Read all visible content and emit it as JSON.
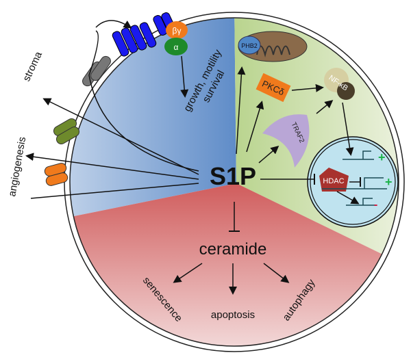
{
  "labels": {
    "s1p": "S1P",
    "ceramide": "ceramide",
    "growth": "growth, motility",
    "survival": "survival",
    "stroma": "stroma",
    "angiogenesis": "angiogenesis",
    "senescence": "senescence",
    "apoptosis": "apoptosis",
    "autophagy": "autophagy",
    "phb2": "PHB2",
    "pkc": "PKCδ",
    "nfkb": "NF-κB",
    "traf2": "TRAF2",
    "hdac": "HDAC",
    "beta_gamma": "βγ",
    "alpha": "α",
    "plus1": "+",
    "plus2": "+",
    "minus": "-"
  },
  "colors": {
    "blue_sector": "#7fa3d3",
    "green_sector": "#c8dba6",
    "red_sector": "#d97a78",
    "receptor": "#1a1aee",
    "orange": "#f07a1c",
    "green_protein": "#1e8a2a",
    "nucleus": "#bfe3ef",
    "hdac": "#a8322e",
    "traf2": "#b9a6d6"
  }
}
